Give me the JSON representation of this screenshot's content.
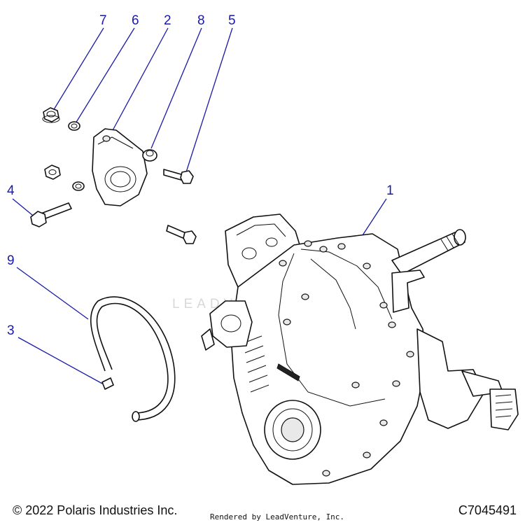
{
  "callouts": [
    {
      "number": "7"
    },
    {
      "number": "6"
    },
    {
      "number": "2"
    },
    {
      "number": "8"
    },
    {
      "number": "5"
    },
    {
      "number": "4"
    },
    {
      "number": "1"
    },
    {
      "number": "9"
    },
    {
      "number": "3"
    }
  ],
  "watermark": "LEADVENTURE",
  "footer": {
    "copyright": "© 2022 Polaris Industries Inc.",
    "rendered_by": "Rendered by LeadVenture, Inc.",
    "diagram_code": "C7045491"
  },
  "colors": {
    "callout": "#1a1aa8",
    "line": "#111111"
  }
}
